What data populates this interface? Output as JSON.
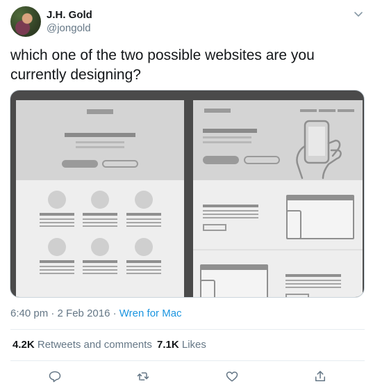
{
  "author": {
    "name": "J.H. Gold",
    "handle": "@jongold"
  },
  "tweet": {
    "text": "which one of the two possible websites are you currently designing?"
  },
  "meta": {
    "time": "6:40 pm",
    "dot": "·",
    "date": "2 Feb 2016",
    "app": "Wren for Mac"
  },
  "stats": {
    "retweets_count": "4.2K",
    "retweets_label": "Retweets and comments",
    "likes_count": "7.1K",
    "likes_label": "Likes"
  },
  "icons": {
    "menu": "chevron-down-icon",
    "reply": "reply-icon",
    "retweet": "retweet-icon",
    "like": "heart-icon",
    "share": "share-icon"
  },
  "colors": {
    "link": "#1b95e0",
    "secondary": "#657786",
    "primary": "#14171a"
  }
}
